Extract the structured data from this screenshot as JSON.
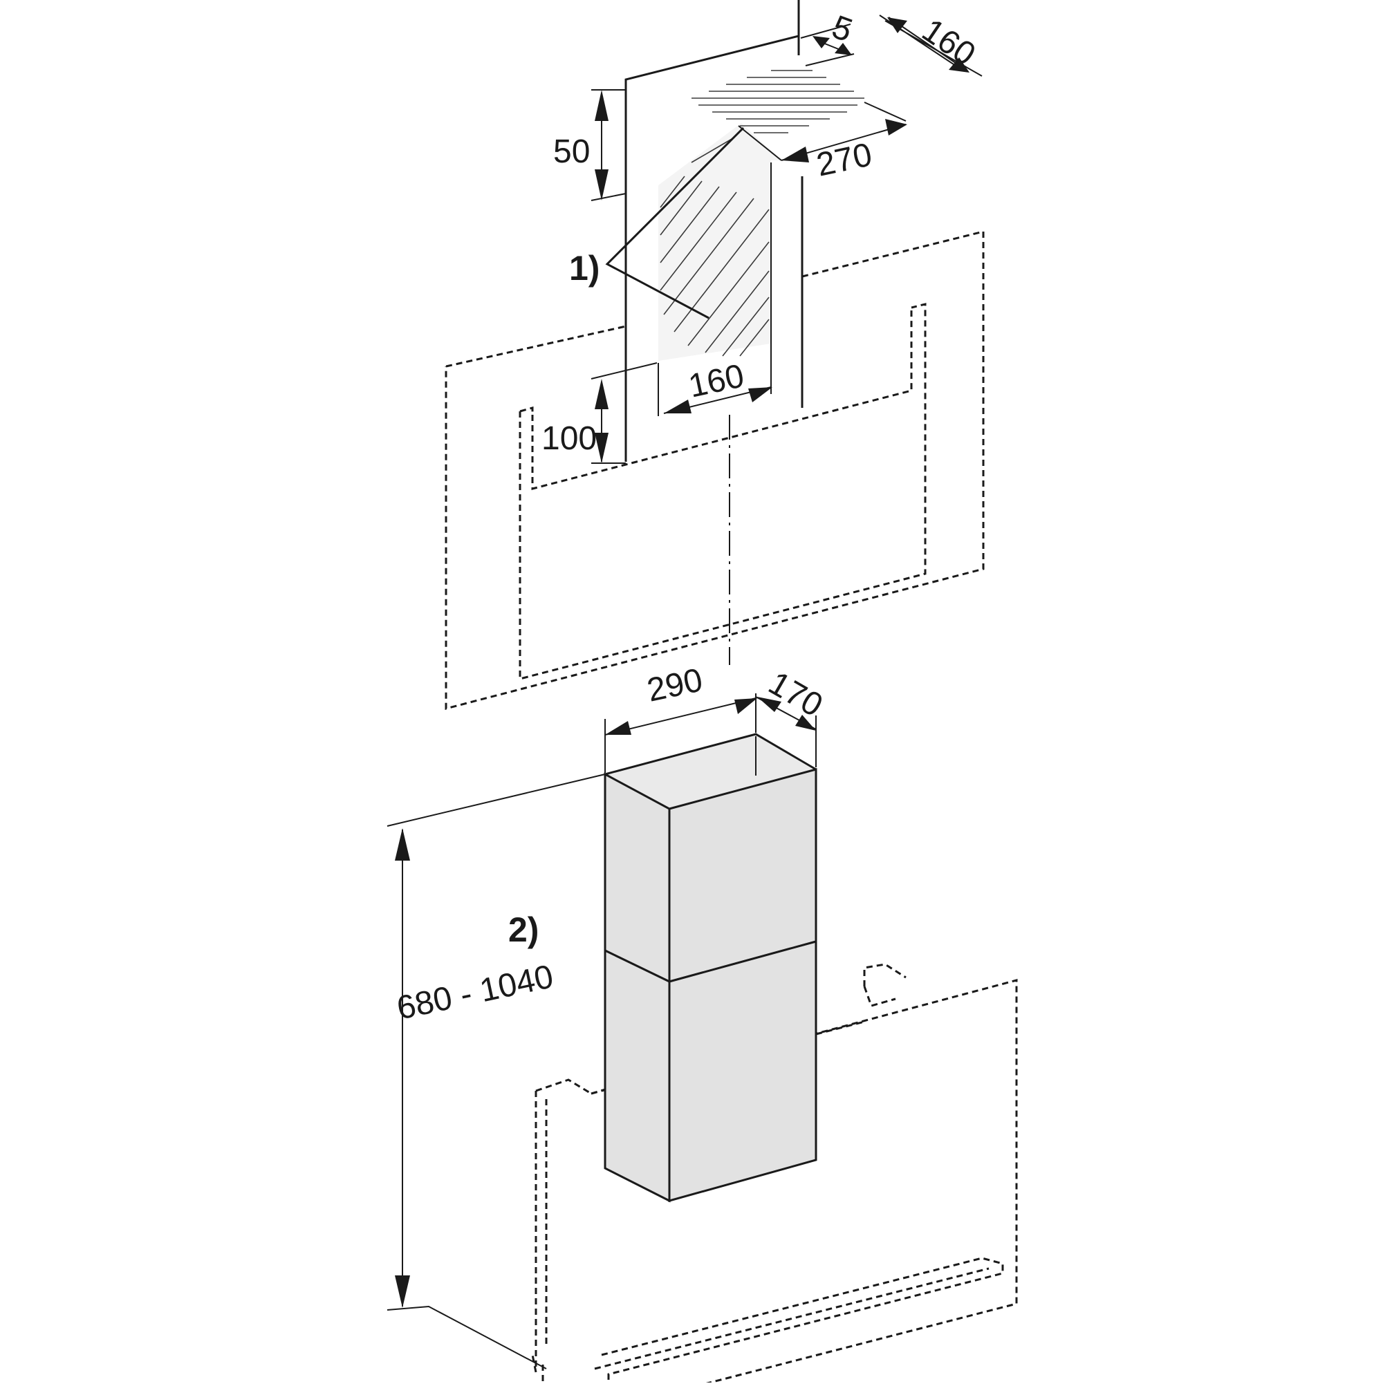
{
  "diagram": {
    "labels": {
      "ref_1": "1)",
      "ref_2": "2)"
    },
    "dimensions": {
      "top_depth_160": "160",
      "top_offset_5": "5",
      "height_50": "50",
      "width_270": "270",
      "height_100": "100",
      "width_160": "160",
      "chimney_width_290": "290",
      "chimney_depth_170": "170",
      "height_range": "680 - 1040"
    },
    "colors": {
      "line": "#1a1a1a",
      "chimney_fill": "#e2e2e2",
      "background": "#ffffff"
    }
  }
}
